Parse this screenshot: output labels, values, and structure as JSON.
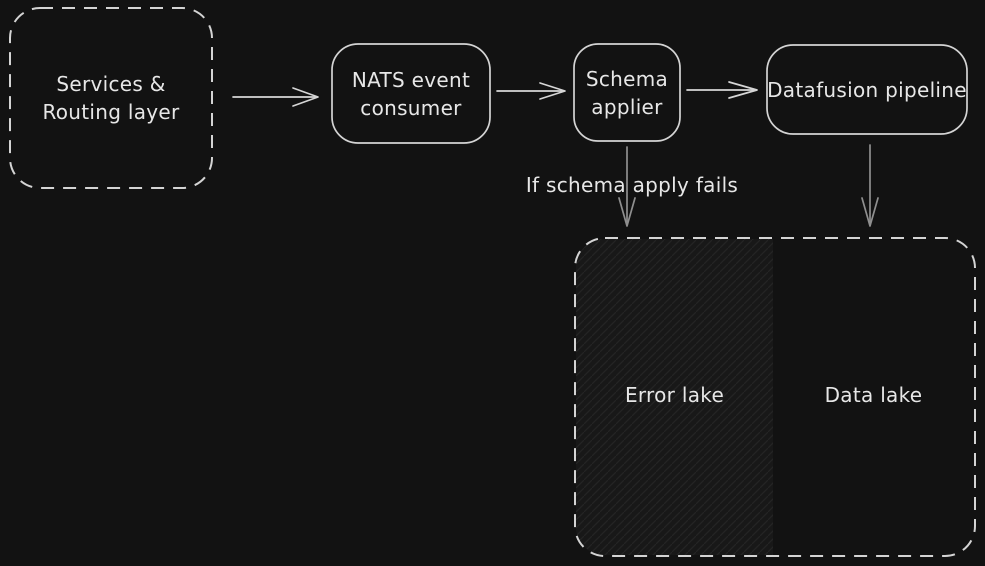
{
  "colors": {
    "background": "#121212",
    "stroke": "#d4d4d4",
    "arrow": "#d6d6d6",
    "arrow_muted": "#8f8f8f",
    "text": "#e7e7e7",
    "hatch_base": "#181818",
    "hatch_line": "#242424"
  },
  "nodes": {
    "services": {
      "label": "Services & Routing layer",
      "shape": "dashed-rounded-rect"
    },
    "nats": {
      "label": "NATS event consumer",
      "shape": "rounded-rect"
    },
    "schema": {
      "label": "Schema applier",
      "shape": "rounded-rect"
    },
    "datafusion": {
      "label": "Datafusion pipeline",
      "shape": "rounded-rect"
    },
    "lake_container": {
      "shape": "dashed-rounded-rect"
    },
    "error_lake": {
      "label": "Error lake",
      "fill": "hatched"
    },
    "data_lake": {
      "label": "Data lake",
      "fill": "none"
    }
  },
  "edges": [
    {
      "from": "Services & Routing layer",
      "to": "NATS event consumer",
      "label": ""
    },
    {
      "from": "NATS event consumer",
      "to": "Schema applier",
      "label": ""
    },
    {
      "from": "Schema applier",
      "to": "Datafusion pipeline",
      "label": ""
    },
    {
      "from": "Schema applier",
      "to": "Error lake",
      "label": "If schema apply fails"
    },
    {
      "from": "Datafusion pipeline",
      "to": "Data lake",
      "label": ""
    }
  ]
}
